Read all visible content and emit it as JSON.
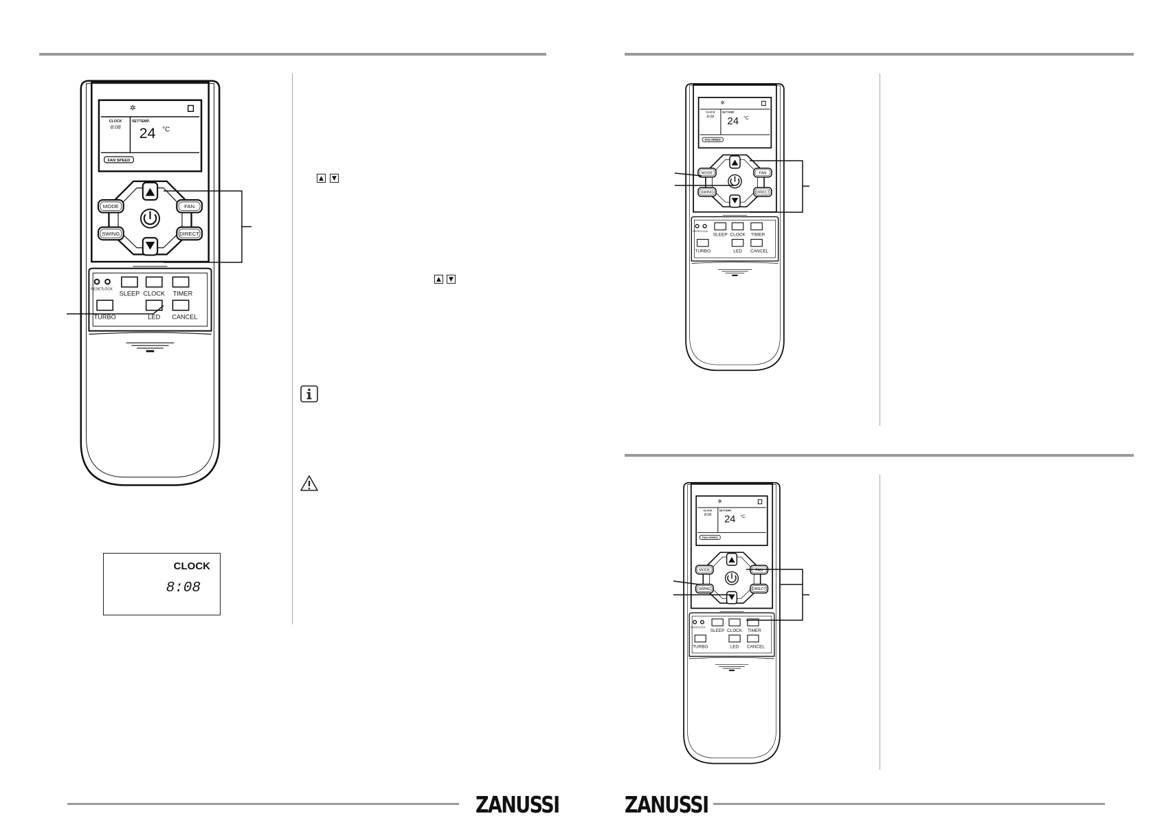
{
  "brand": {
    "left": "ZANUSSI",
    "right": "ZANUSSI"
  },
  "remote": {
    "display": {
      "clock_label": "CLOCK",
      "clock_time": "8:08",
      "set_temp_label": "SETTEMP.",
      "temperature": "24",
      "unit": "°C",
      "fan_speed_label": "FAN SPEED"
    },
    "buttons": {
      "mode": "MODE",
      "fan": "FAN",
      "swing": "SWING",
      "direct": "DIRECT",
      "reset": "RESET",
      "lock": "LOCK",
      "sleep": "SLEEP",
      "clock": "CLOCK",
      "timer": "TIMER",
      "turbo": "TURBO",
      "led": "LED",
      "cancel": "CANCEL"
    }
  },
  "clock_detail": {
    "label": "CLOCK",
    "time": "8:08"
  },
  "icons": {
    "up": "▲",
    "down": "▼",
    "info": "info-icon",
    "warning": "warning-icon"
  }
}
